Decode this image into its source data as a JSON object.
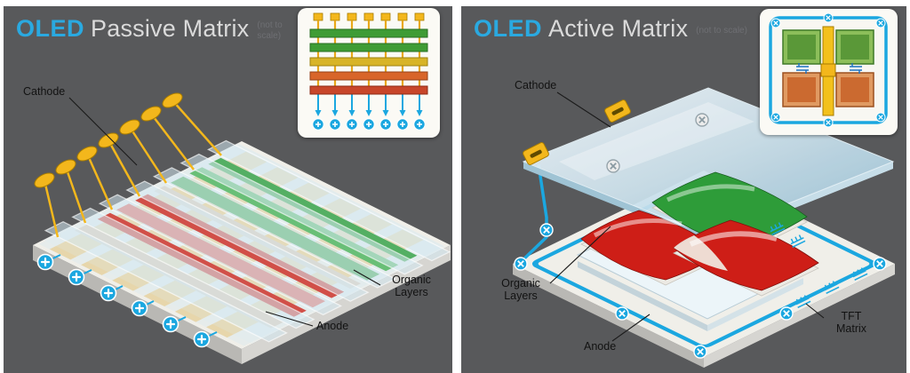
{
  "colors": {
    "panel-bg": "#58595b",
    "accent-cyan": "#2aa9e0",
    "title-gray": "#dadada",
    "note-gray": "#6e6f73",
    "label-dark": "#121212",
    "cathode-yellow": "#f3b71c",
    "circuit-blue": "#1ba7e0",
    "oled-red": "#ce1e17",
    "oled-green": "#2e9c39",
    "anode-tan": "#e7d6ab",
    "substrate-white": "#f0efe9"
  },
  "left_panel": {
    "title_brand": "OLED",
    "title_rest": "Passive Matrix",
    "scale_note": "(not to scale)",
    "labels": {
      "cathode": "Cathode",
      "organic_line1": "Organic",
      "organic_line2": "Layers",
      "anode": "Anode"
    },
    "inset_icon": "passive-matrix-grid-schematic-icon"
  },
  "right_panel": {
    "title_brand": "OLED",
    "title_rest": "Active Matrix",
    "scale_note": "(not to scale)",
    "labels": {
      "cathode": "Cathode",
      "organic_line1": "Organic",
      "organic_line2": "Layers",
      "anode": "Anode",
      "tft_line1": "TFT",
      "tft_line2": "Matrix"
    },
    "inset_icon": "active-matrix-pixel-schematic-icon"
  }
}
